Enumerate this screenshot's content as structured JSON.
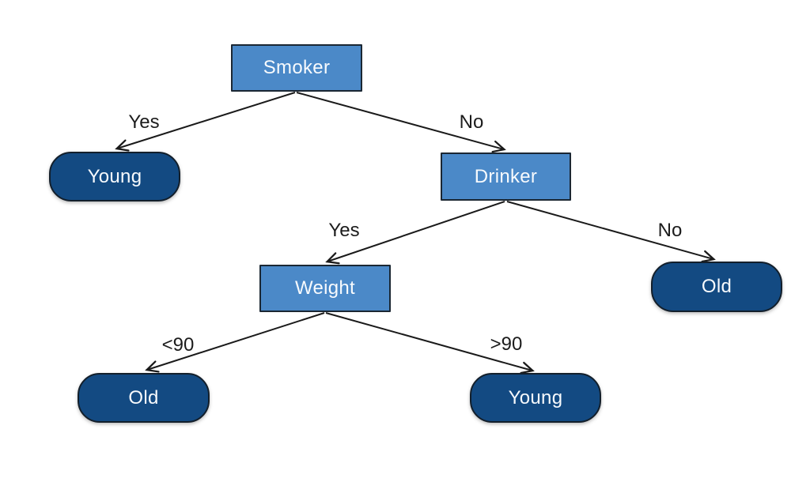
{
  "diagram": {
    "type": "decision-tree",
    "background_color": "#ffffff",
    "colors": {
      "decision_node_fill": "#4b89c8",
      "leaf_node_fill": "#134a82",
      "node_border": "#1b2733",
      "node_text": "#f7fafd",
      "edge_line": "#1a1a1a",
      "edge_label_text": "#1c1c1c"
    },
    "nodes": [
      {
        "id": "smoker",
        "label": "Smoker",
        "type": "decision"
      },
      {
        "id": "young-left",
        "label": "Young",
        "type": "leaf"
      },
      {
        "id": "drinker",
        "label": "Drinker",
        "type": "decision"
      },
      {
        "id": "weight",
        "label": "Weight",
        "type": "decision"
      },
      {
        "id": "old-right",
        "label": "Old",
        "type": "leaf"
      },
      {
        "id": "old-bottom-left",
        "label": "Old",
        "type": "leaf"
      },
      {
        "id": "young-bottom-right",
        "label": "Young",
        "type": "leaf"
      }
    ],
    "edges": [
      {
        "from": "smoker",
        "to": "young-left",
        "label": "Yes"
      },
      {
        "from": "smoker",
        "to": "drinker",
        "label": "No"
      },
      {
        "from": "drinker",
        "to": "weight",
        "label": "Yes"
      },
      {
        "from": "drinker",
        "to": "old-right",
        "label": "No"
      },
      {
        "from": "weight",
        "to": "old-bottom-left",
        "label": "<90"
      },
      {
        "from": "weight",
        "to": "young-bottom-right",
        "label": ">90"
      }
    ]
  }
}
